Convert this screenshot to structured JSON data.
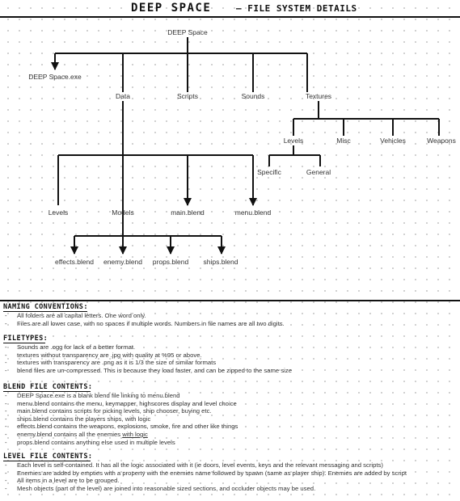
{
  "header": {
    "title": "DEEP SPACE",
    "subtitle": "– FILE SYSTEM DETAILS"
  },
  "tree": {
    "root": "DEEP Space",
    "exe": "DEEP Space.exe",
    "data": "Data",
    "scripts": "Scripts",
    "sounds": "Sounds",
    "textures": "Textures",
    "tex_levels": "Levels",
    "misc": "Misc",
    "vehicles": "Vehicles",
    "weapons": "Weapons",
    "specific": "Specific",
    "general": "General",
    "levels": "Levels",
    "models": "Models",
    "main_blend": "main.blend",
    "menu_blend": "menu.blend",
    "effects_blend": "effects.blend",
    "enemy_blend": "enemy.blend",
    "props_blend": "props.blend",
    "ships_blend": "ships.blend"
  },
  "sections": {
    "naming": {
      "title": "NAMING CONVENTIONS:",
      "items": [
        "All folders are all capital letters. One word only.",
        "Files are all lower case, with no spaces if multiple words. Numbers in file names are all two digits."
      ]
    },
    "filetypes": {
      "title": "FILETYPES:",
      "items": [
        "Sounds are .ogg for lack of a better format.",
        "textures without transparency are .jpg with quality at %95 or above.",
        "textures with transparency are .png as it is 1/3 the size of similar formats",
        "blend files are un-compressed. This is because they load faster, and can be zipped to the same size"
      ]
    },
    "blend": {
      "title": "BLEND FILE CONTENTS:",
      "items": [
        "DEEP Space.exe is a blank blend file linking to menu.blend",
        "menu.blend contains the menu, keymapper, highscores display and level choice",
        "main.blend contains scripts for picking levels, ship chooser, buying etc.",
        "ships.blend contains the players ships, with logic",
        "effects.blend contains the weapons, explosions, smoke, fire and other like things",
        "enemy.blend contains all the enemies",
        "props.blend contains anything else used in multiple levels"
      ],
      "underlined": "with logic"
    },
    "level": {
      "title": "LEVEL FILE CONTENTS:",
      "items": [
        "Each level is self-contained. It has all the logic associated with it (ie doors, level events, keys and the relevant messaging and scripts)",
        "Enemies are added by empties with a property with the enemies name followed by spawn (same as player ship). Enemies are added by script",
        "All items in a level are to be grouped.",
        "Mesh objects (part of the level) are joined into reasonable sized sections, and occluder objects may be used."
      ]
    }
  }
}
